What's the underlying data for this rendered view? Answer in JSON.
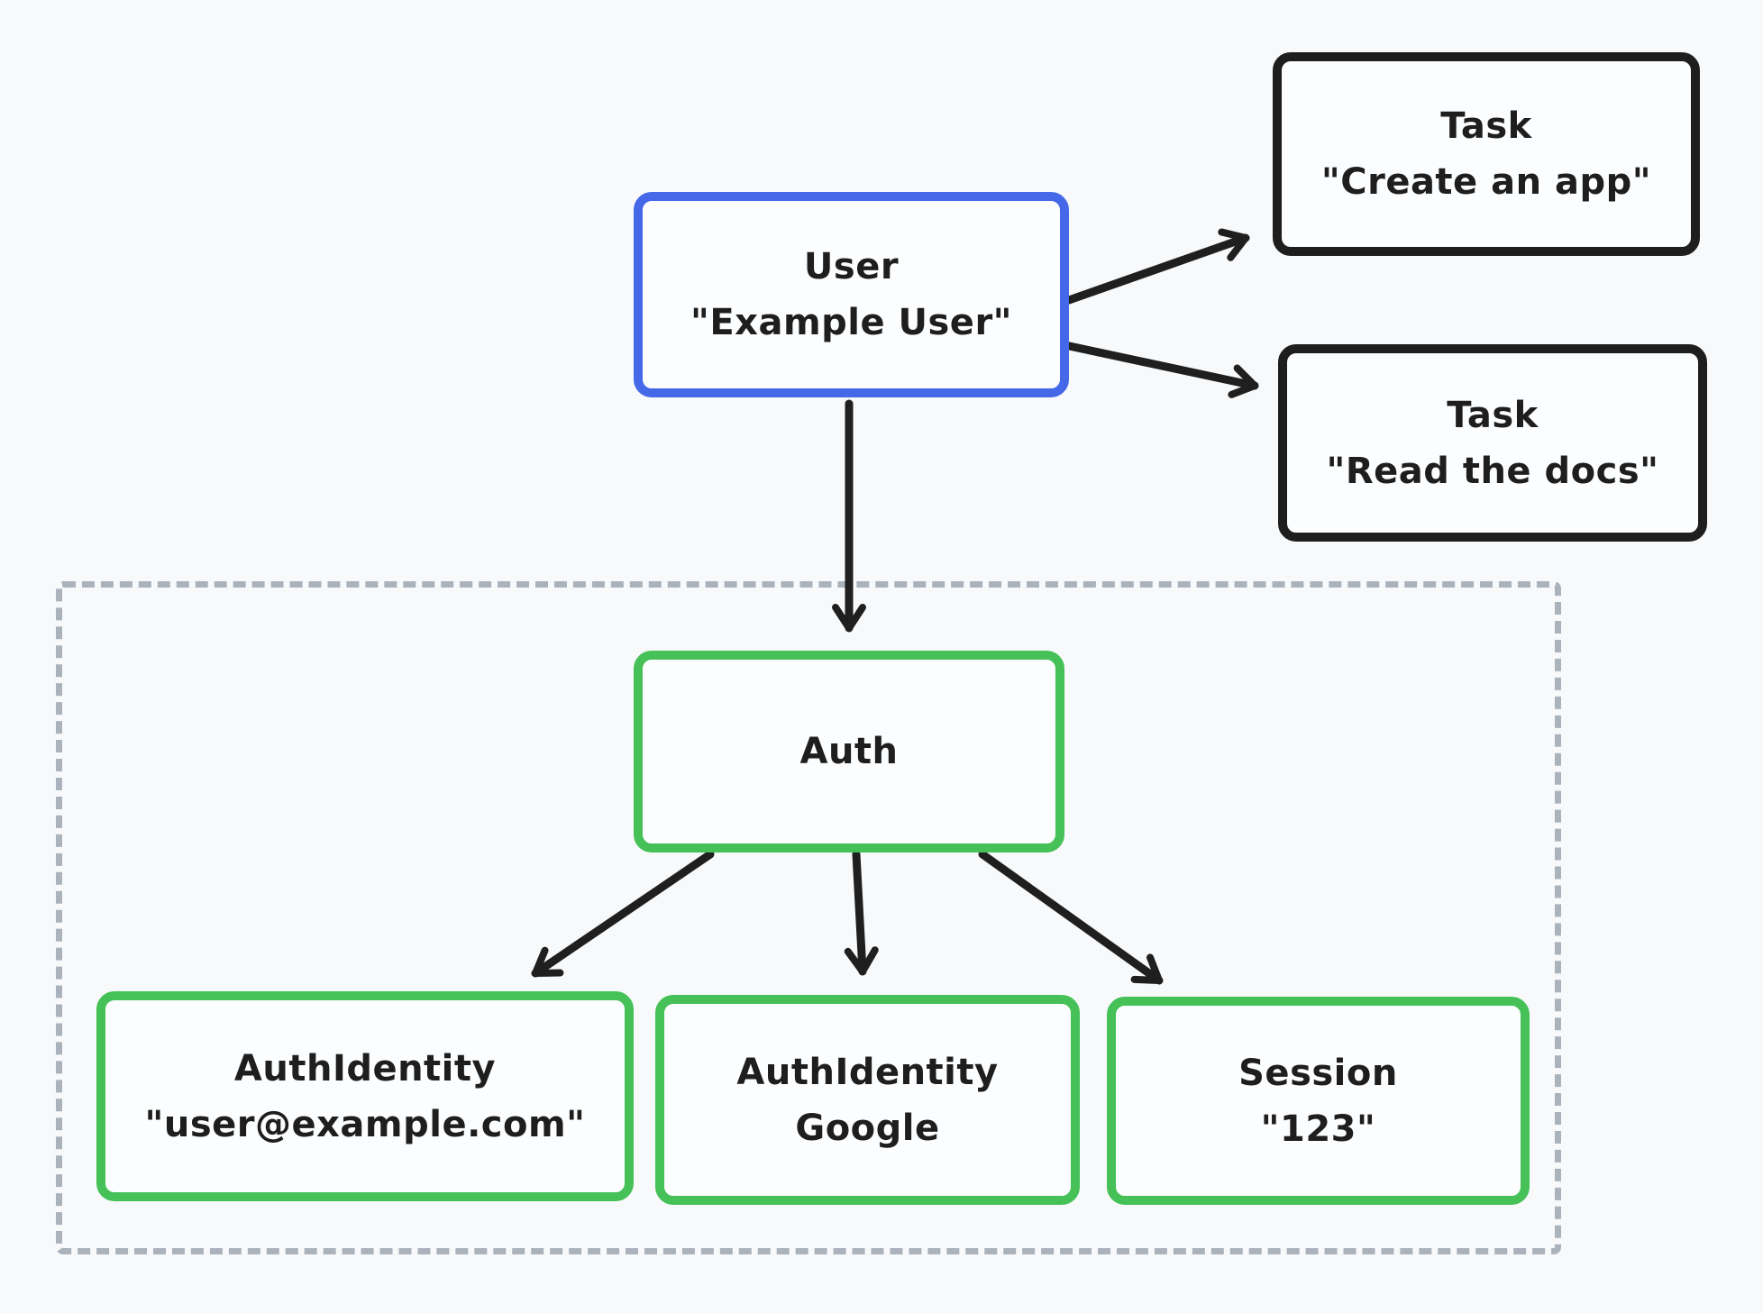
{
  "diagram": {
    "background_color": "#f8f9fb",
    "colors": {
      "user_node_border": "#4468e8",
      "task_node_border": "#1e1e1e",
      "auth_node_border": "#45c157",
      "arrow_stroke": "#1f1f1f",
      "dashed_container_border": "#aab2bc",
      "node_fill": "#fcfdfe",
      "text": "#1e1e1e"
    },
    "nodes": {
      "user": {
        "title": "User",
        "subtitle": "\"Example User\""
      },
      "task_create": {
        "title": "Task",
        "subtitle": "\"Create an app\""
      },
      "task_read": {
        "title": "Task",
        "subtitle": "\"Read the docs\""
      },
      "auth": {
        "title": "Auth"
      },
      "identity_email": {
        "title": "AuthIdentity",
        "subtitle": "\"user@example.com\""
      },
      "identity_google": {
        "title": "AuthIdentity",
        "subtitle": "Google"
      },
      "session": {
        "title": "Session",
        "subtitle": "\"123\""
      }
    },
    "edges": [
      {
        "from": "user",
        "to": "task_create"
      },
      {
        "from": "user",
        "to": "task_read"
      },
      {
        "from": "user",
        "to": "auth"
      },
      {
        "from": "auth",
        "to": "identity_email"
      },
      {
        "from": "auth",
        "to": "identity_google"
      },
      {
        "from": "auth",
        "to": "session"
      }
    ]
  }
}
